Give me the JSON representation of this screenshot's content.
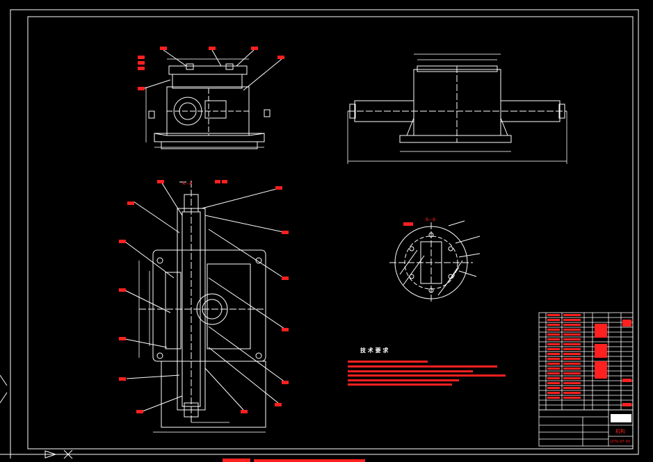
{
  "colors": {
    "background": "#000000",
    "geometry": "#ffffff",
    "dimension": "#cccccc",
    "annotation": "#ff2020",
    "leader": "#ffffff"
  },
  "views": {
    "front": {
      "view_label": ""
    },
    "side": {
      "view_label": ""
    },
    "section_a": {
      "view_label": "A—A"
    },
    "section_b": {
      "view_label": "B—B"
    }
  },
  "technical_requirements": {
    "title": "技 术 要 求"
  },
  "title_block": {
    "drawing_name": "机构",
    "drawing_number": "JXTG-07-00"
  }
}
